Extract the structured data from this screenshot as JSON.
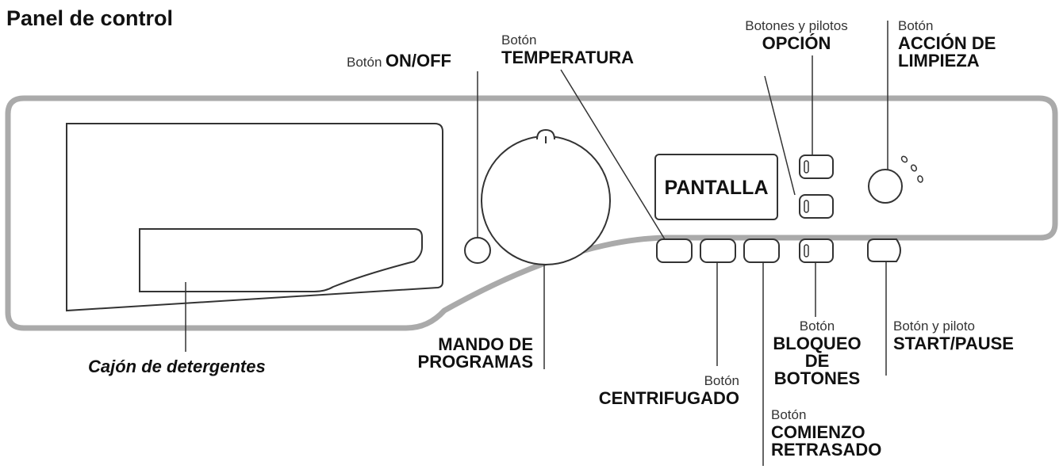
{
  "title": "Panel de control",
  "display_text": "PANTALLA",
  "labels": {
    "on_off": {
      "prefix": "Botón",
      "name": "ON/OFF"
    },
    "temperatura": {
      "prefix": "Botón",
      "name": "TEMPERATURA"
    },
    "opcion": {
      "prefix": "Botones y pilotos",
      "name": "OPCIÓN"
    },
    "accion_limpieza": {
      "prefix": "Botón",
      "line1": "ACCIÓN DE",
      "line2": "LIMPIEZA"
    },
    "cajon": {
      "name": "Cajón de detergentes"
    },
    "mando": {
      "line1": "MANDO DE",
      "line2": "PROGRAMAS"
    },
    "centrifugado": {
      "prefix": "Botón",
      "name": "CENTRIFUGADO"
    },
    "bloqueo": {
      "prefix": "Botón",
      "line1": "BLOQUEO",
      "line2": "DE",
      "line3": "BOTONES"
    },
    "start_pause": {
      "prefix": "Botón y piloto",
      "name": "START/PAUSE"
    },
    "comienzo": {
      "prefix": "Botón",
      "line1": "COMIENZO",
      "line2": "RETRASADO"
    }
  }
}
